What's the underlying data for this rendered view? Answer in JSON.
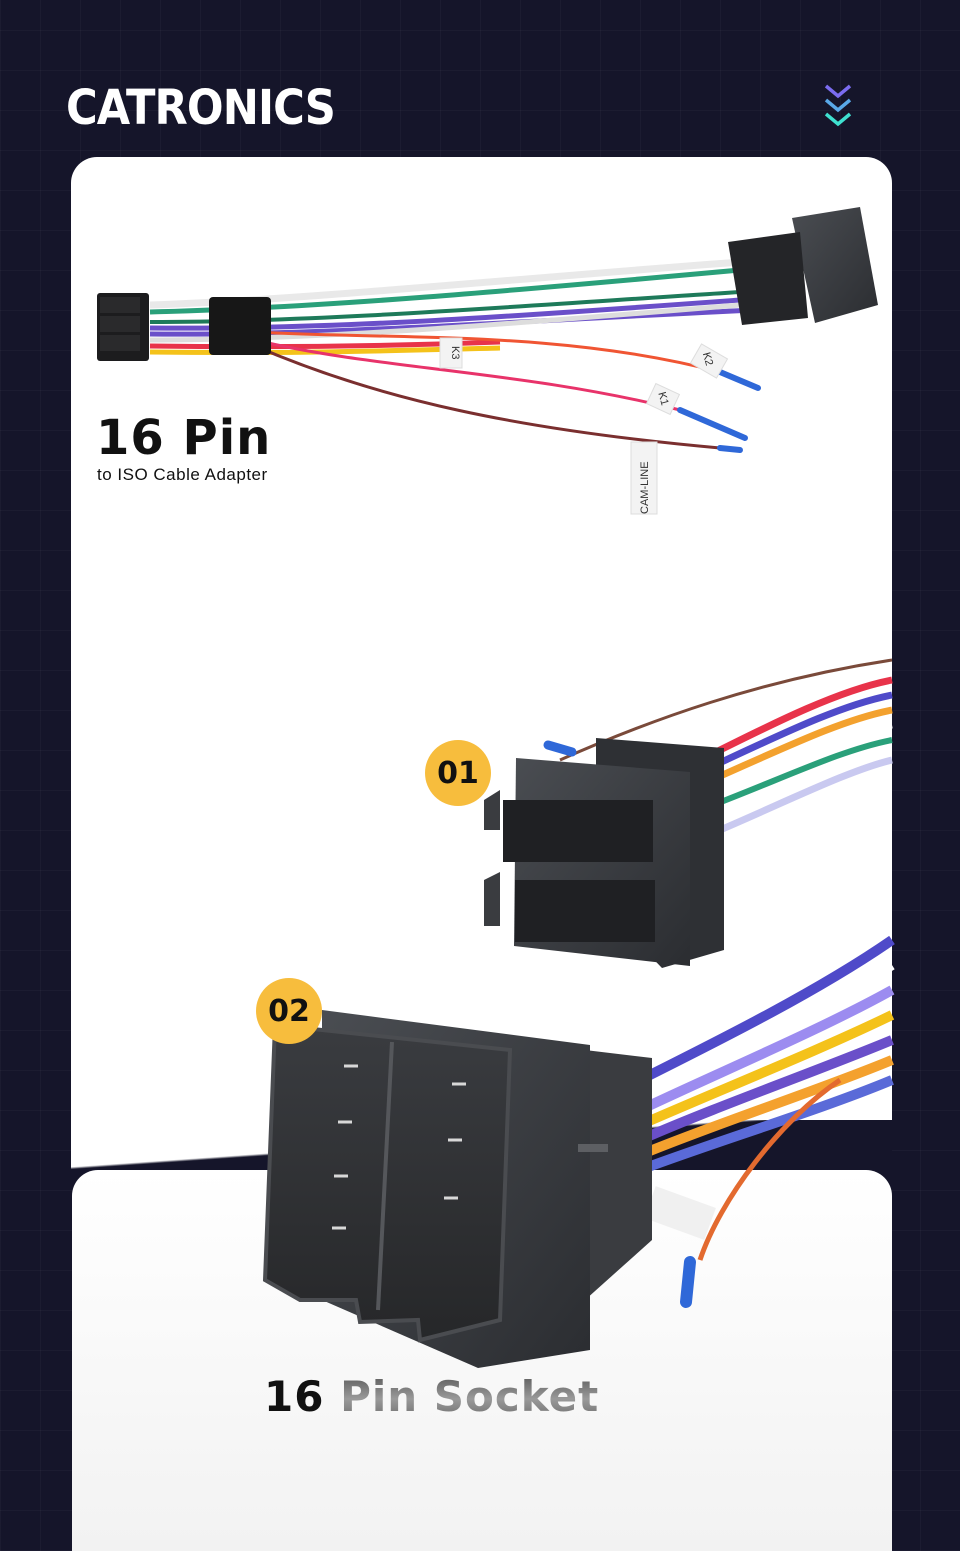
{
  "header": {
    "brand": "CATRONICS",
    "scroll_icon": "triple-chevron-down-icon"
  },
  "product": {
    "title": "16 Pin",
    "subtitle": "to ISO Cable Adapter"
  },
  "wire_labels": [
    "K3",
    "K2",
    "K1",
    "CAM-LINE"
  ],
  "badges": [
    "01",
    "02"
  ],
  "socket_caption": {
    "part1": "16",
    "part2": "Pin Socket"
  },
  "colors": {
    "background": "#15152a",
    "card": "#ffffff",
    "badge": "#f7bd3d",
    "chevron_top": "#7b6cf0",
    "chevron_bottom": "#3fe0d0"
  }
}
